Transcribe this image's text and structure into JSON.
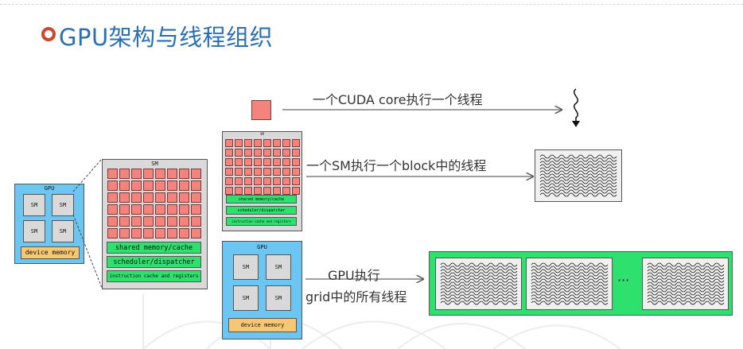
{
  "title": "GPU架构与线程组织",
  "gpu_left": {
    "label": "GPU",
    "sm_labels": [
      "SM",
      "SM",
      "SM",
      "SM"
    ],
    "memory": "device memory"
  },
  "sm_big": {
    "label": "SM",
    "shared": "shared memory/cache",
    "scheduler": "scheduler/dispatcher",
    "regs": "instruction cache and registers"
  },
  "sm_small": {
    "label": "SM",
    "shared": "shared memory/cache",
    "scheduler": "scheduler/dispatcher",
    "regs": "instruction cache and registers"
  },
  "gpu_mid": {
    "label": "GPU",
    "sm_labels": [
      "SM",
      "SM",
      "SM",
      "SM"
    ],
    "memory": "device memory"
  },
  "captions": {
    "core": "一个CUDA core执行一个线程",
    "sm": "一个SM执行一个block中的线程",
    "gpu_line1": "GPU执行",
    "gpu_line2": "grid中的所有线程"
  },
  "grid_ellipsis": "···",
  "colors": {
    "title": "#2a6fb5",
    "gpu": "#6dc6f2",
    "core": "#f4837d",
    "green": "#2ee06e",
    "memory": "#f7c771",
    "sm": "#d9d9d9"
  }
}
